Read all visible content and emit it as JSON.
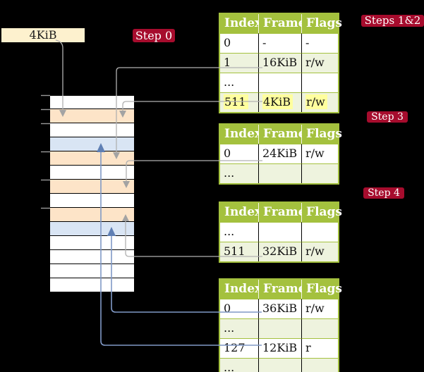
{
  "colors": {
    "background": "#000000",
    "table_header_green": "#a4c13e",
    "table_row_green": "#eef3de",
    "badge_red": "#a60c2d",
    "highlight_yellow": "#ffff9e",
    "frame_peach": "#fde4c8",
    "frame_blue": "#d9e5f4",
    "size_label_cream": "#fdf1ce",
    "arrow_gray": "#b1b1b1",
    "arrow_gray_head": "#a3a3a3",
    "arrow_blue": "#8099c6",
    "arrow_blue_head": "#5f7fb4",
    "tick_gray": "#999999"
  },
  "size_label": {
    "text": "4KiB"
  },
  "badges": {
    "step0": "Step 0",
    "steps12": "Steps 1&2",
    "step3": "Step 3",
    "step4": "Step 4"
  },
  "memory_frames": {
    "rows": [
      {
        "color": "white"
      },
      {
        "color": "peach"
      },
      {
        "color": "white"
      },
      {
        "color": "blue"
      },
      {
        "color": "peach"
      },
      {
        "color": "white"
      },
      {
        "color": "peach"
      },
      {
        "color": "white"
      },
      {
        "color": "peach"
      },
      {
        "color": "blue"
      },
      {
        "color": "white"
      },
      {
        "color": "white"
      },
      {
        "color": "white"
      },
      {
        "color": "white"
      }
    ],
    "tick_offsets": [
      0,
      20,
      40,
      80,
      120,
      160
    ]
  },
  "page_tables": [
    {
      "id": "page-table-steps-1-2",
      "headers": [
        "Index",
        "Frame",
        "Flags"
      ],
      "rows": [
        {
          "cells": [
            "0",
            "-",
            "-"
          ],
          "shaded": false,
          "highlight": false
        },
        {
          "cells": [
            "1",
            "16KiB",
            "r/w"
          ],
          "shaded": true,
          "highlight": false
        },
        {
          "cells": [
            "...",
            "",
            ""
          ],
          "shaded": false,
          "highlight": false
        },
        {
          "cells": [
            "511",
            "4KiB",
            "r/w"
          ],
          "shaded": true,
          "highlight": true
        }
      ]
    },
    {
      "id": "page-table-step-3",
      "headers": [
        "Index",
        "Frame",
        "Flags"
      ],
      "rows": [
        {
          "cells": [
            "0",
            "24KiB",
            "r/w"
          ],
          "shaded": false,
          "highlight": false
        },
        {
          "cells": [
            "...",
            "",
            ""
          ],
          "shaded": true,
          "highlight": false
        }
      ]
    },
    {
      "id": "page-table-step-4",
      "headers": [
        "Index",
        "Frame",
        "Flags"
      ],
      "rows": [
        {
          "cells": [
            "...",
            "",
            ""
          ],
          "shaded": false,
          "highlight": false
        },
        {
          "cells": [
            "511",
            "32KiB",
            "r/w"
          ],
          "shaded": true,
          "highlight": false
        }
      ]
    },
    {
      "id": "page-table-final",
      "headers": [
        "Index",
        "Frame",
        "Flags"
      ],
      "rows": [
        {
          "cells": [
            "0",
            "36KiB",
            "r/w"
          ],
          "shaded": false,
          "highlight": false
        },
        {
          "cells": [
            "...",
            "",
            ""
          ],
          "shaded": true,
          "highlight": false
        },
        {
          "cells": [
            "127",
            "12KiB",
            "r"
          ],
          "shaded": false,
          "highlight": false
        },
        {
          "cells": [
            "...",
            "",
            ""
          ],
          "shaded": true,
          "highlight": false
        }
      ]
    }
  ]
}
